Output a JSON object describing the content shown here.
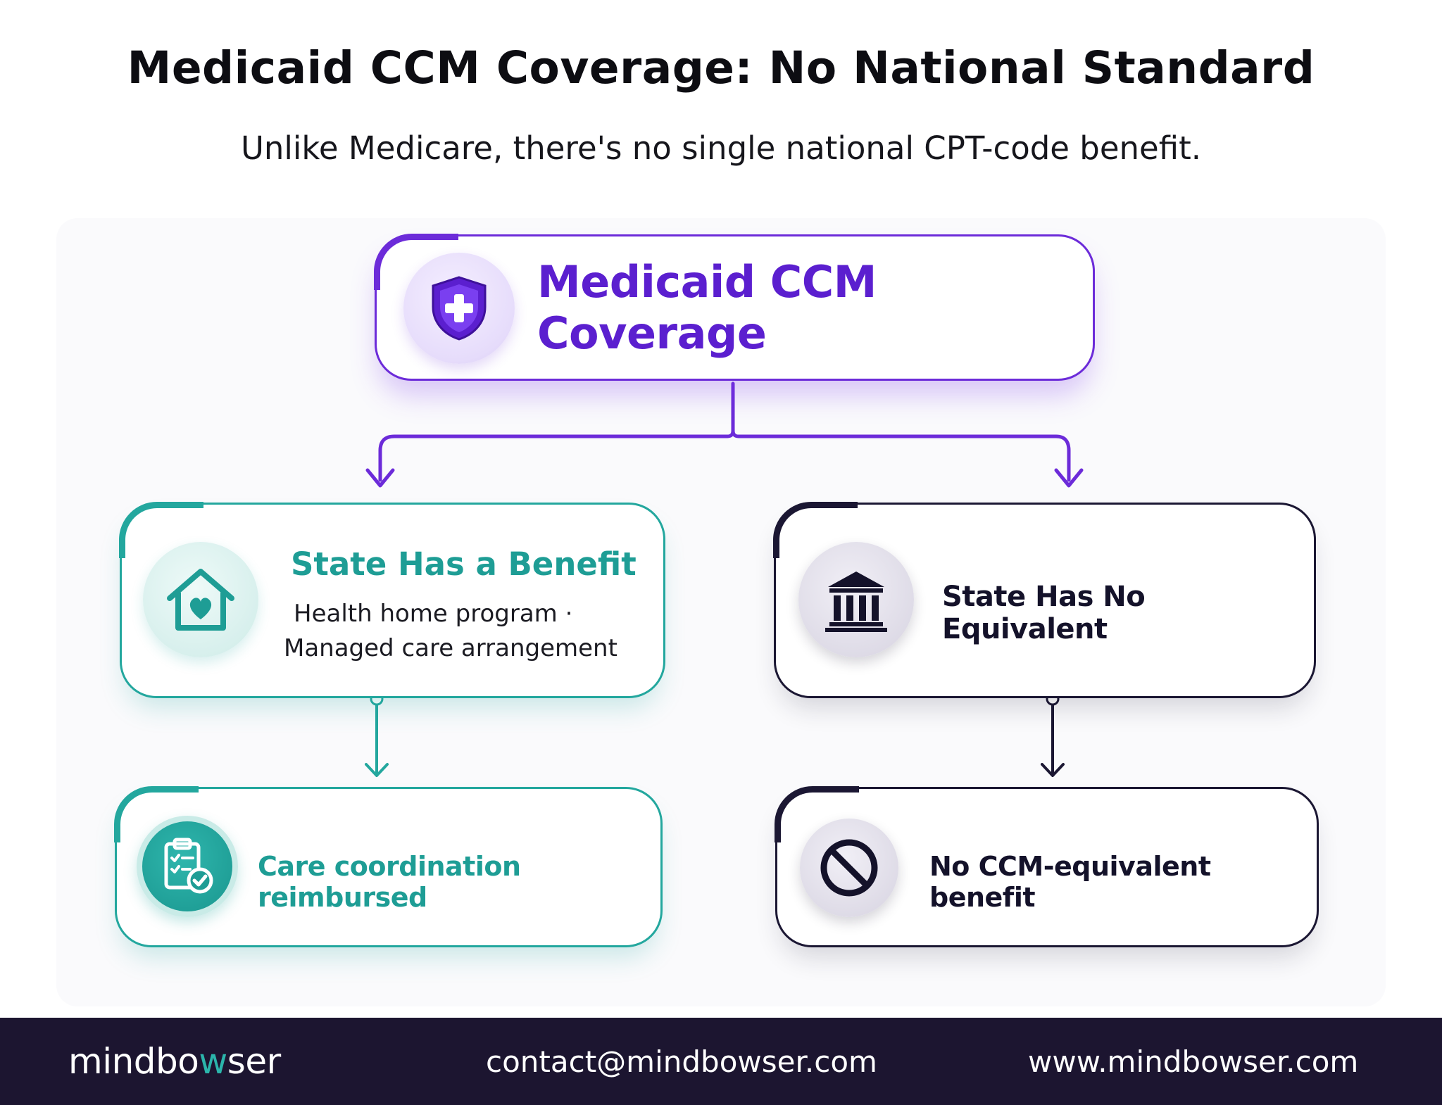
{
  "header": {
    "title": "Medicaid CCM Coverage: No National Standard",
    "subtitle": "Unlike Medicare, there's no single national CPT-code benefit."
  },
  "diagram": {
    "root": {
      "label": "Medicaid CCM Coverage",
      "icon": "shield-plus-icon"
    },
    "left_branch": {
      "title": "State Has a Benefit",
      "line1": "Health home program ·",
      "line2": "Managed care arrangement",
      "icon": "house-heart-icon",
      "outcome": {
        "label": "Care coordination reimbursed",
        "icon": "clipboard-check-icon"
      }
    },
    "right_branch": {
      "title": "State Has No Equivalent",
      "icon": "government-building-icon",
      "outcome": {
        "label": "No CCM-equivalent benefit",
        "icon": "prohibited-icon"
      }
    },
    "colors": {
      "purple": "#6c2bd9",
      "teal": "#23a79e",
      "dark": "#1b1733"
    }
  },
  "footer": {
    "logo_pre": "mindbo",
    "logo_w": "w",
    "logo_post": "ser",
    "email": "contact@mindbowser.com",
    "website": "www.mindbowser.com"
  }
}
